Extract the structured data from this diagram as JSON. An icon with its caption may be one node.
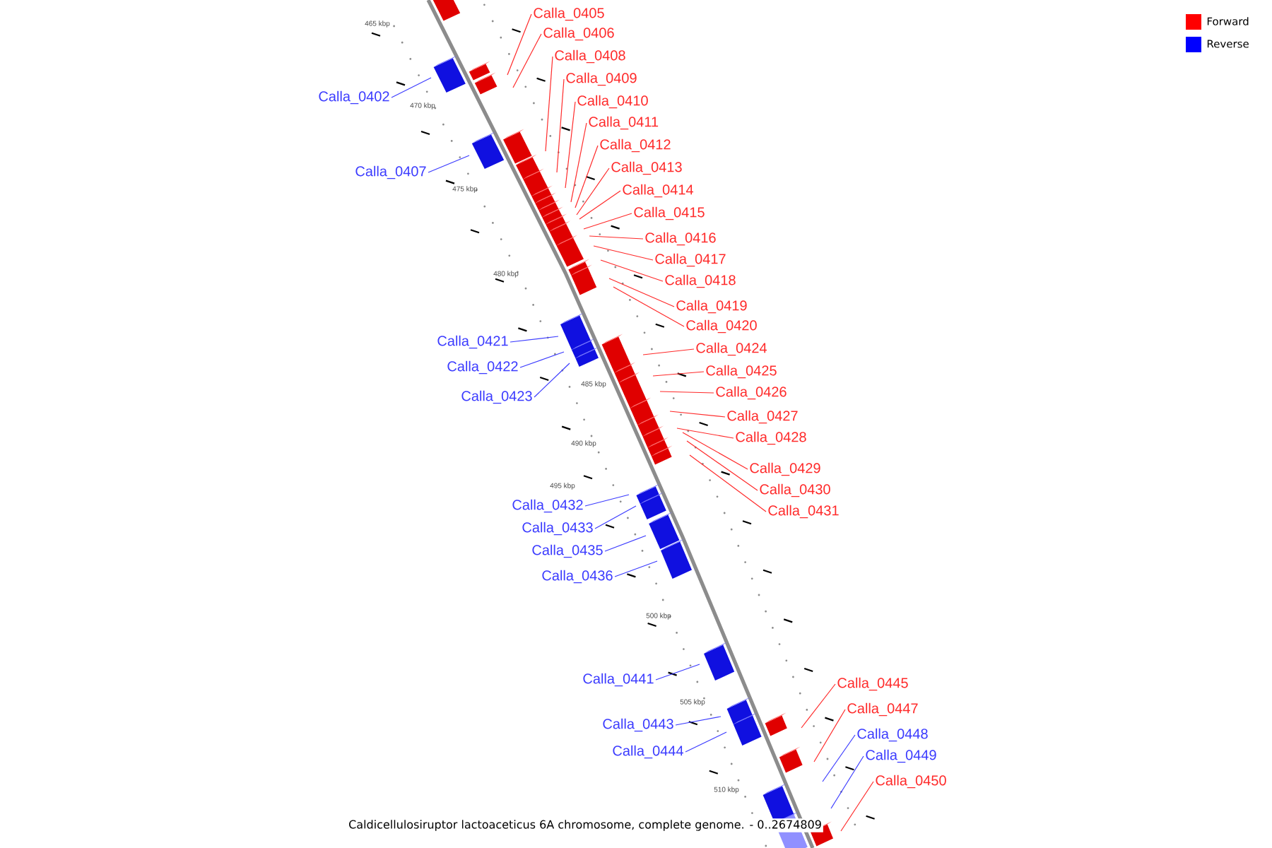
{
  "diagram": {
    "caption": "Caldicellulosiruptor lactoaceticus 6A chromosome, complete genome. - 0..2674809",
    "nodes": [
      {
        "text": [
          "Calla_0402"
        ]
      },
      {
        "text": [
          "Calla_0405"
        ]
      },
      {
        "text": [
          "Calla_0406"
        ]
      },
      {
        "text": [
          "Calla_0407"
        ]
      },
      {
        "text": [
          "Calla_0408"
        ]
      },
      {
        "text": [
          "Calla_0409"
        ]
      },
      {
        "text": [
          "Calla_0410"
        ]
      },
      {
        "text": [
          "Calla_0411"
        ]
      },
      {
        "text": [
          "Calla_0412"
        ]
      },
      {
        "text": [
          "Calla_0413"
        ]
      },
      {
        "text": [
          "Calla_0414"
        ]
      },
      {
        "text": [
          "Calla_0415"
        ]
      },
      {
        "text": [
          "Calla_0416"
        ]
      },
      {
        "text": [
          "Calla_0417"
        ]
      },
      {
        "text": [
          "Calla_0418"
        ]
      },
      {
        "text": [
          "Calla_0419"
        ]
      },
      {
        "text": [
          "Calla_0420"
        ]
      },
      {
        "text": [
          "Calla_0421"
        ]
      },
      {
        "text": [
          "Calla_0422"
        ]
      },
      {
        "text": [
          "Calla_0423"
        ]
      },
      {
        "text": [
          "Calla_0424"
        ]
      },
      {
        "text": [
          "Calla_0425"
        ]
      },
      {
        "text": [
          "Calla_0426"
        ]
      },
      {
        "text": [
          "Calla_0427"
        ]
      },
      {
        "text": [
          "Calla_0428"
        ]
      },
      {
        "text": [
          "Calla_0429"
        ]
      },
      {
        "text": [
          "Calla_0430"
        ]
      },
      {
        "text": [
          "Calla_0431"
        ]
      },
      {
        "text": [
          "Calla_0432"
        ]
      },
      {
        "text": [
          "Calla_0433"
        ]
      },
      {
        "text": [
          "Calla_0435"
        ]
      },
      {
        "text": [
          "Calla_0436"
        ]
      },
      {
        "text": [
          "Calla_0441"
        ]
      },
      {
        "text": [
          "Calla_0443"
        ]
      },
      {
        "text": [
          "Calla_0444"
        ]
      },
      {
        "text": [
          "Calla_0445"
        ]
      },
      {
        "text": [
          "Calla_0447"
        ]
      },
      {
        "text": [
          "Calla_0448"
        ]
      },
      {
        "text": [
          "Calla_0449"
        ]
      },
      {
        "text": [
          "Calla_0450"
        ]
      }
    ],
    "edges": [
      {
        "from": 0,
        "to": null,
        "arrow": "none",
        "color": "#3b3bff"
      },
      {
        "from": 1,
        "to": null,
        "arrow": "none"
      },
      {
        "from": 2,
        "to": null,
        "arrow": "none"
      },
      {
        "from": 3,
        "to": null,
        "arrow": "none",
        "color": "#3b3bff"
      },
      {
        "from": 4,
        "to": null,
        "arrow": "none"
      },
      {
        "from": 5,
        "to": null,
        "arrow": "none"
      },
      {
        "from": 6,
        "to": null,
        "arrow": "none"
      },
      {
        "from": 7,
        "to": null,
        "arrow": "none"
      },
      {
        "from": 8,
        "to": null,
        "arrow": "none"
      },
      {
        "from": 9,
        "to": null,
        "arrow": "none"
      },
      {
        "from": 10,
        "to": null,
        "arrow": "none"
      },
      {
        "from": 11,
        "to": null,
        "arrow": "none"
      },
      {
        "from": 12,
        "to": null,
        "arrow": "none"
      },
      {
        "from": 13,
        "to": null,
        "arrow": "none"
      },
      {
        "from": 14,
        "to": null,
        "arrow": "none"
      },
      {
        "from": 15,
        "to": null,
        "arrow": "none"
      },
      {
        "from": 16,
        "to": null,
        "arrow": "none"
      },
      {
        "from": 17,
        "to": null,
        "arrow": "none",
        "color": "#3b3bff"
      },
      {
        "from": 18,
        "to": null,
        "arrow": "none",
        "color": "#3b3bff"
      },
      {
        "from": 19,
        "to": null,
        "arrow": "none",
        "color": "#3b3bff"
      },
      {
        "from": 20,
        "to": null,
        "arrow": "none"
      },
      {
        "from": 21,
        "to": null,
        "arrow": "none"
      },
      {
        "from": 22,
        "to": null,
        "arrow": "none"
      },
      {
        "from": 23,
        "to": null,
        "arrow": "none"
      },
      {
        "from": 24,
        "to": null,
        "arrow": "none"
      },
      {
        "from": 25,
        "to": null,
        "arrow": "none"
      },
      {
        "from": 26,
        "to": null,
        "arrow": "none"
      },
      {
        "from": 27,
        "to": null,
        "arrow": "none"
      },
      {
        "from": 28,
        "to": null,
        "arrow": "none",
        "color": "#3b3bff"
      },
      {
        "from": 29,
        "to": null,
        "arrow": "none",
        "color": "#3b3bff"
      },
      {
        "from": 30,
        "to": null,
        "arrow": "none",
        "color": "#3b3bff"
      },
      {
        "from": 31,
        "to": null,
        "arrow": "none",
        "color": "#3b3bff"
      },
      {
        "from": 32,
        "to": null,
        "arrow": "none",
        "color": "#3b3bff"
      },
      {
        "from": 33,
        "to": null,
        "arrow": "none",
        "color": "#3b3bff"
      },
      {
        "from": 34,
        "to": null,
        "arrow": "none",
        "color": "#3b3bff"
      },
      {
        "from": 35,
        "to": null,
        "arrow": "none"
      },
      {
        "from": 36,
        "to": null,
        "arrow": "none"
      },
      {
        "from": 37,
        "to": null,
        "arrow": "none",
        "color": "#3b3bff"
      },
      {
        "from": 38,
        "to": null,
        "arrow": "none",
        "color": "#3b3bff"
      },
      {
        "from": 39,
        "to": null,
        "arrow": "none"
      }
    ],
    "labels": [
      "465 kbp",
      "470 kbp",
      "475 kbp",
      "480 kbp",
      "485 kbp",
      "490 kbp",
      "495 kbp",
      "500 kbp",
      "505 kbp",
      "510 kbp"
    ],
    "legend": [
      {
        "text": "Forward",
        "color": "#ff0000"
      },
      {
        "text": "Reverse",
        "color": "#0000ff"
      }
    ]
  }
}
